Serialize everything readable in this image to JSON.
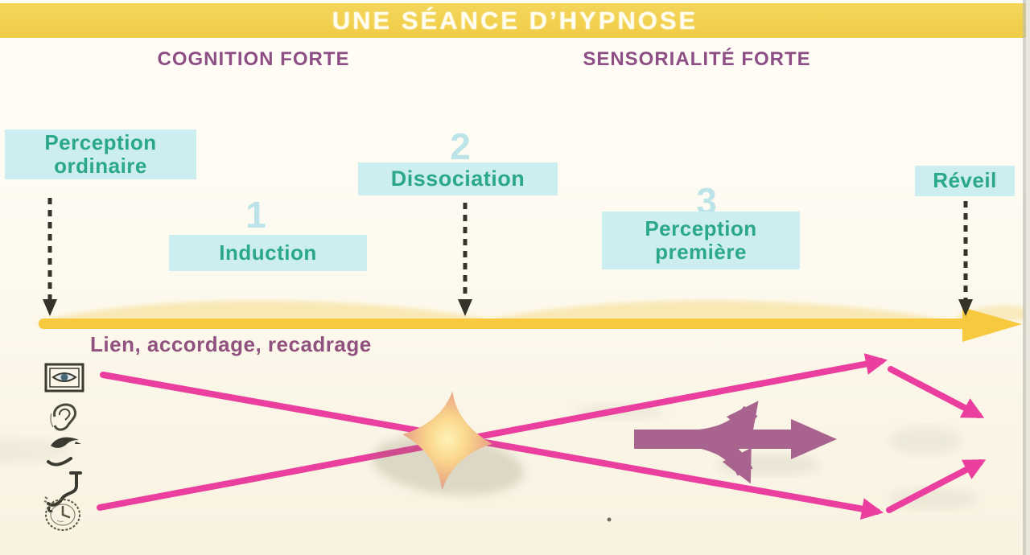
{
  "title": "UNE SÉANCE D’HYPNOSE",
  "headers": {
    "cognition": "COGNITION FORTE",
    "sensorialite": "SENSORIALITÉ FORTE"
  },
  "steps": {
    "perception_ordinaire": {
      "label": "Perception\nordinaire"
    },
    "induction": {
      "number": "1",
      "label": "Induction"
    },
    "dissociation": {
      "number": "2",
      "label": "Dissociation"
    },
    "perception_premiere": {
      "number": "3",
      "label": "Perception\npremière"
    },
    "reveil": {
      "label": "Réveil"
    }
  },
  "timeline": {
    "caption": "Lien, accordage, recadrage"
  },
  "icons": {
    "left_column": [
      "eye-in-frame-icon",
      "ear-icon",
      "nose-icon",
      "mouth-icon",
      "hand-icon",
      "clock-icon"
    ]
  },
  "colors": {
    "band_yellow": "#F2D14F",
    "timeline_yellow": "#F6C93F",
    "box_cyan": "#CDEEF0",
    "step_text_teal": "#2BA78C",
    "number_cyan": "#BCE4E8",
    "heading_purple": "#8E4F86",
    "pink_line": "#EA3F9E",
    "mauve_arrow": "#A9638F",
    "star_center": "#FFF3B8",
    "star_edge": "#DE919B"
  }
}
